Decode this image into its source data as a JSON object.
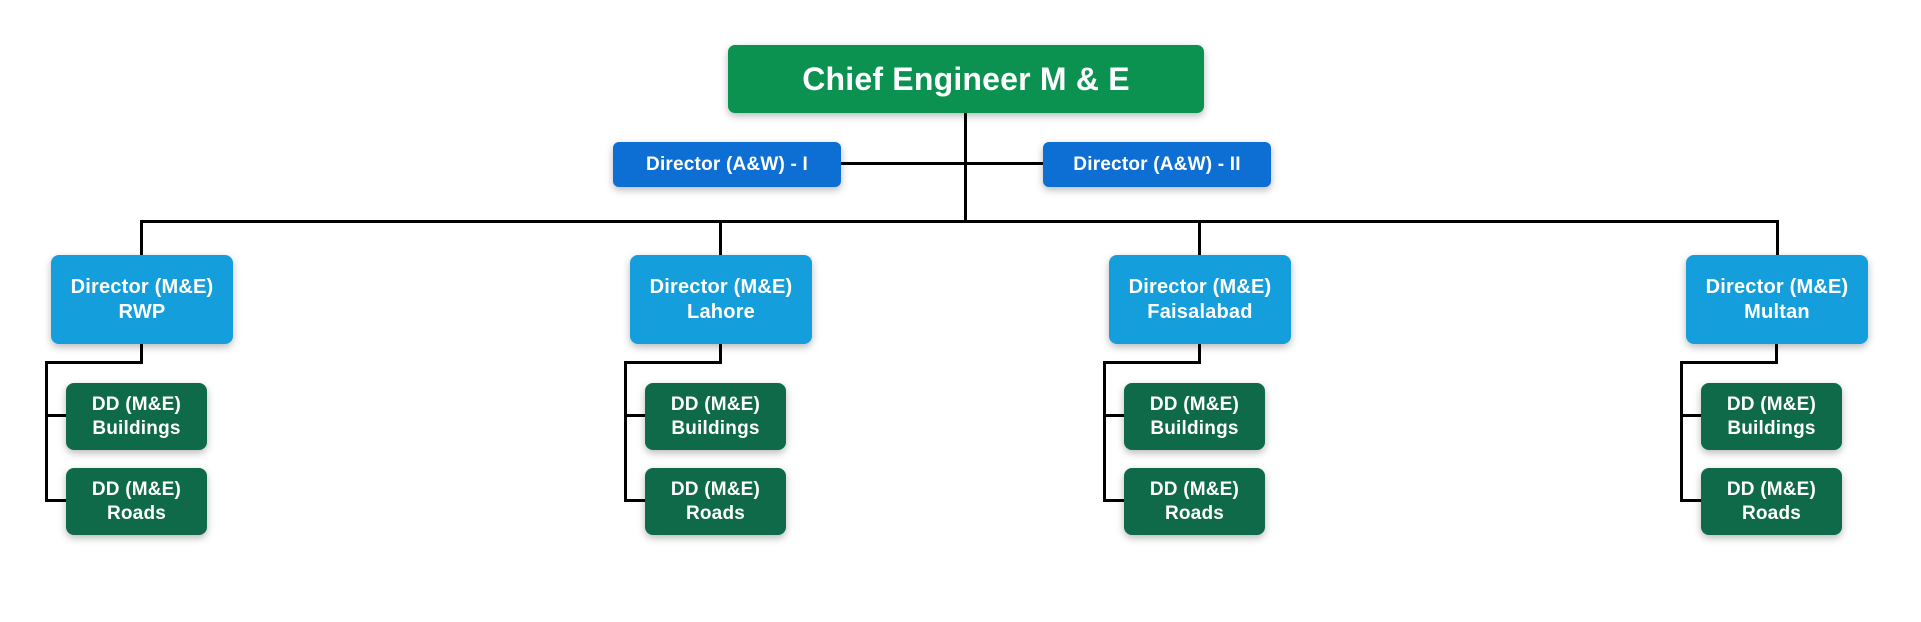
{
  "page": {
    "background_color": "#ffffff",
    "connector_color": "#000000"
  },
  "org": {
    "root": {
      "label": "Chief Engineer M & E",
      "color": "#0b9150",
      "text_color": "#ffffff"
    },
    "staff": [
      {
        "label": "Director (A&W) - I",
        "color": "#0d6ed4"
      },
      {
        "label": "Director (A&W) - II",
        "color": "#0d6ed4"
      }
    ],
    "region_color": "#149edb",
    "child_color": "#0f6a49",
    "regions": [
      {
        "label_line1": "Director (M&E)",
        "label_line2": "RWP",
        "children": [
          {
            "label_line1": "DD (M&E)",
            "label_line2": "Buildings"
          },
          {
            "label_line1": "DD (M&E)",
            "label_line2": "Roads"
          }
        ]
      },
      {
        "label_line1": "Director (M&E)",
        "label_line2": "Lahore",
        "children": [
          {
            "label_line1": "DD (M&E)",
            "label_line2": "Buildings"
          },
          {
            "label_line1": "DD (M&E)",
            "label_line2": "Roads"
          }
        ]
      },
      {
        "label_line1": "Director (M&E)",
        "label_line2": "Faisalabad",
        "children": [
          {
            "label_line1": "DD (M&E)",
            "label_line2": "Buildings"
          },
          {
            "label_line1": "DD (M&E)",
            "label_line2": "Roads"
          }
        ]
      },
      {
        "label_line1": "Director (M&E)",
        "label_line2": "Multan",
        "children": [
          {
            "label_line1": "DD (M&E)",
            "label_line2": "Buildings"
          },
          {
            "label_line1": "DD (M&E)",
            "label_line2": "Roads"
          }
        ]
      }
    ]
  }
}
